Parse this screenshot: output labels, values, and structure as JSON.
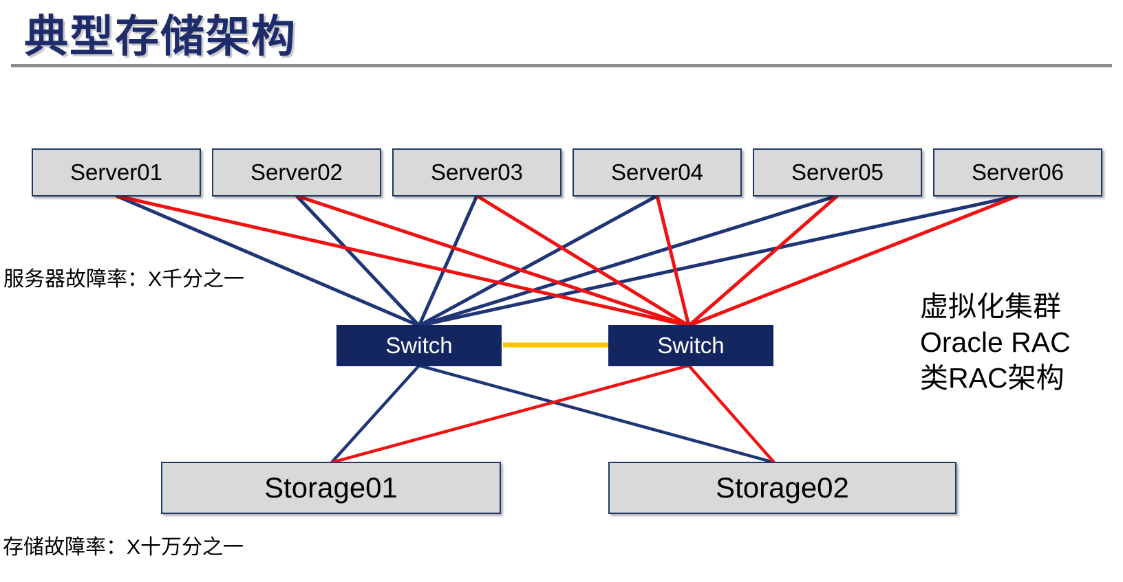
{
  "title": "典型存储架构",
  "servers": [
    "Server01",
    "Server02",
    "Server03",
    "Server04",
    "Server05",
    "Server06"
  ],
  "switches": [
    "Switch",
    "Switch"
  ],
  "storages": [
    "Storage01",
    "Storage02"
  ],
  "notes": {
    "server_failure_rate": "服务器故障率：X千分之一",
    "storage_failure_rate": "存储故障率：X十万分之一"
  },
  "annotation": {
    "line1": "虚拟化集群",
    "line2": "Oracle RAC",
    "line3": "类RAC架构"
  },
  "colors": {
    "title": "#1e2c6b",
    "rule": "#8c8c8c",
    "navy_line": "#1f3576",
    "red_line": "#ee1212",
    "yellow_line": "#ffc000",
    "box_fill": "#d9d9d9",
    "box_border": "#1f3864",
    "switch_fill": "#132660"
  }
}
